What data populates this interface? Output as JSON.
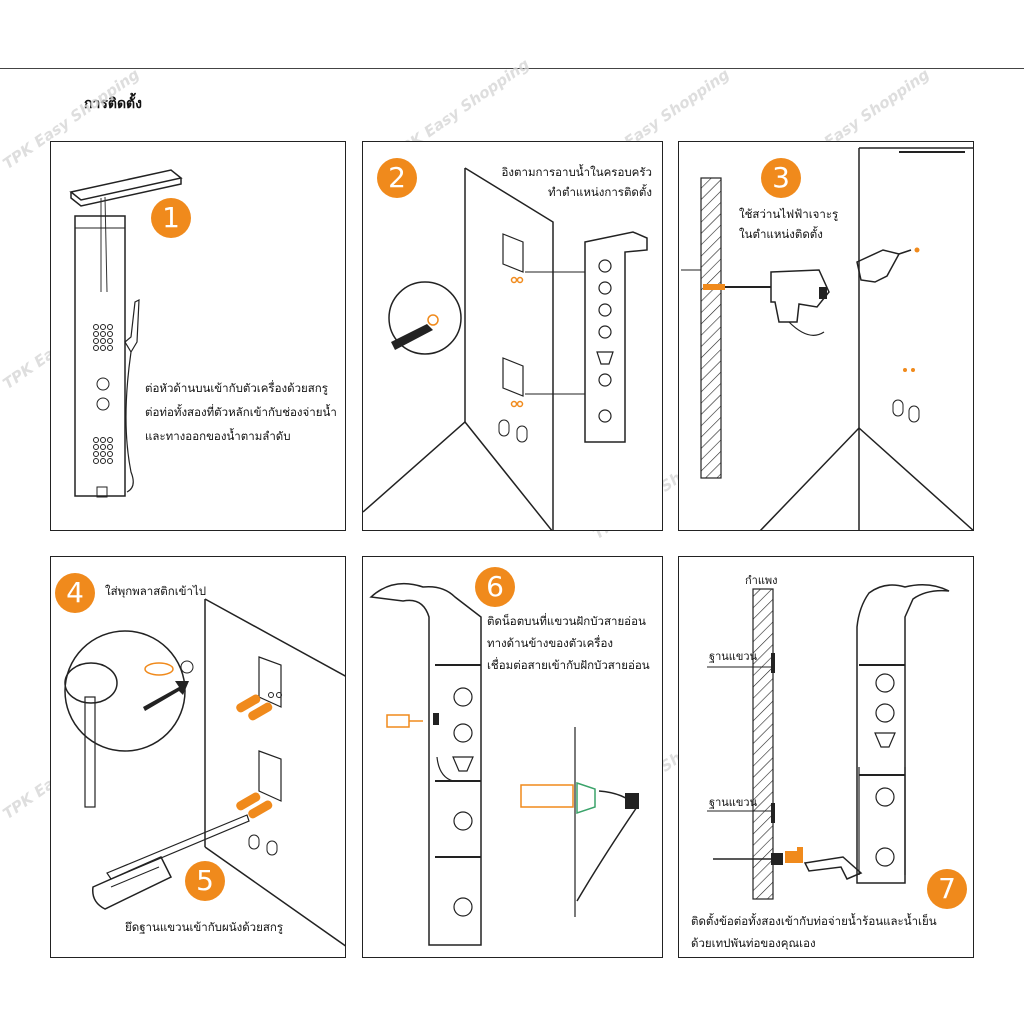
{
  "title": "การติดตั้ง",
  "watermark": "TPK Easy Shopping",
  "accent": "#f08a1c",
  "steps": {
    "s1": {
      "num": "1",
      "lines": [
        "ต่อหัวด้านบนเข้ากับตัวเครื่องด้วยสกรู",
        "ต่อท่อทั้งสองที่ตัวหลักเข้ากับช่องจ่ายน้ำ",
        "และทางออกของน้ำตามลำดับ"
      ]
    },
    "s2": {
      "num": "2",
      "lines": [
        "อิงตามการอาบน้ำในครอบครัว",
        "ทำตำแหน่งการติดตั้ง"
      ]
    },
    "s3": {
      "num": "3",
      "lines": [
        "ใช้สว่านไฟฟ้าเจาะรู",
        "ในตำแหน่งติดตั้ง"
      ]
    },
    "s4": {
      "num": "4",
      "lines": [
        "ใส่พุกพลาสติกเข้าไป"
      ]
    },
    "s5": {
      "num": "5",
      "lines": [
        "ยึดฐานแขวนเข้ากับผนังด้วยสกรู"
      ]
    },
    "s6": {
      "num": "6",
      "lines": [
        "ติดน็อตบนที่แขวนฝักบัวสายอ่อน",
        "ทางด้านข้างของตัวเครื่อง",
        "เชื่อมต่อสายเข้ากับฝักบัวสายอ่อน"
      ]
    },
    "s7": {
      "num": "7",
      "lines": [
        "ติดตั้งข้อต่อทั้งสองเข้ากับท่อจ่ายน้ำร้อนและน้ำเย็น",
        "ด้วยเทปพันท่อของคุณเอง"
      ],
      "wall_label": "กำแพง",
      "hanger_label_top": "ฐานแขวน",
      "hanger_label_bottom": "ฐานแขวน"
    }
  }
}
